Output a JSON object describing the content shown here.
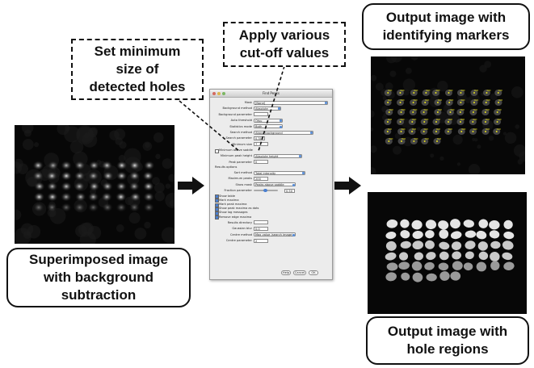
{
  "callouts": {
    "superimposed": "Superimposed image\nwith background\nsubtraction",
    "set_min_size": "Set minimum\nsize of\ndetected holes",
    "apply_cutoff": "Apply various\ncut-off values",
    "output_markers": "Output image with\nidentifying markers",
    "output_regions": "Output image with\nhole regions"
  },
  "dialog": {
    "title": "Find Peaks",
    "fields": [
      {
        "label": "Mask",
        "value": "[None]",
        "kind": "combo"
      },
      {
        "label": "Background method",
        "value": "Absolute",
        "kind": "combo"
      },
      {
        "label": "Background parameter",
        "value": "",
        "kind": "field"
      },
      {
        "label": "Auto threshold",
        "value": "Otsu",
        "kind": "combo"
      },
      {
        "label": "Statistics mode",
        "value": "Both",
        "kind": "combo"
      },
      {
        "label": "Search method",
        "value": "Above background",
        "kind": "combo"
      },
      {
        "label": "Search parameter",
        "value": "0.30",
        "kind": "field"
      },
      {
        "label": "Minimum size",
        "value": "7",
        "kind": "field"
      }
    ],
    "minimum_above_saddle": "Minimum above saddle",
    "fields2": [
      {
        "label": "Minimum peak height",
        "value": "Absolute height",
        "kind": "combo"
      },
      {
        "label": "Peak parameter",
        "value": "0",
        "kind": "field"
      }
    ],
    "results_options": "Results options",
    "fields3": [
      {
        "label": "Sort method",
        "value": "Total intensity",
        "kind": "combo"
      },
      {
        "label": "Maximum peaks",
        "value": "200",
        "kind": "field"
      },
      {
        "label": "Show mask",
        "value": "Peaks above saddle",
        "kind": "combo"
      }
    ],
    "fraction_label": "Fraction parameter",
    "fraction_value": "0.50",
    "checks": [
      {
        "label": "Show table",
        "on": true
      },
      {
        "label": "Mark maxima",
        "on": true
      },
      {
        "label": "Mark peak maxima",
        "on": true
      },
      {
        "label": "Show peak maxima as dots",
        "on": true
      },
      {
        "label": "Show log messages",
        "on": true
      },
      {
        "label": "Remove edge maxima",
        "on": true
      }
    ],
    "fields4": [
      {
        "label": "Results directory",
        "value": "",
        "kind": "field"
      },
      {
        "label": "Gaussian blur",
        "value": "0.0",
        "kind": "field"
      },
      {
        "label": "Centre method",
        "value": "Max value (search image)",
        "kind": "combo"
      },
      {
        "label": "Centre parameter",
        "value": "2",
        "kind": "field"
      }
    ],
    "buttons": {
      "help": "Help",
      "cancel": "Cancel",
      "ok": "OK"
    }
  },
  "colors": {
    "panel_bg": "#070707",
    "marker": "#e8e21c",
    "blob": "#cfcfcf"
  },
  "icons": [
    "right-arrow-icon",
    "right-arrow-icon"
  ]
}
